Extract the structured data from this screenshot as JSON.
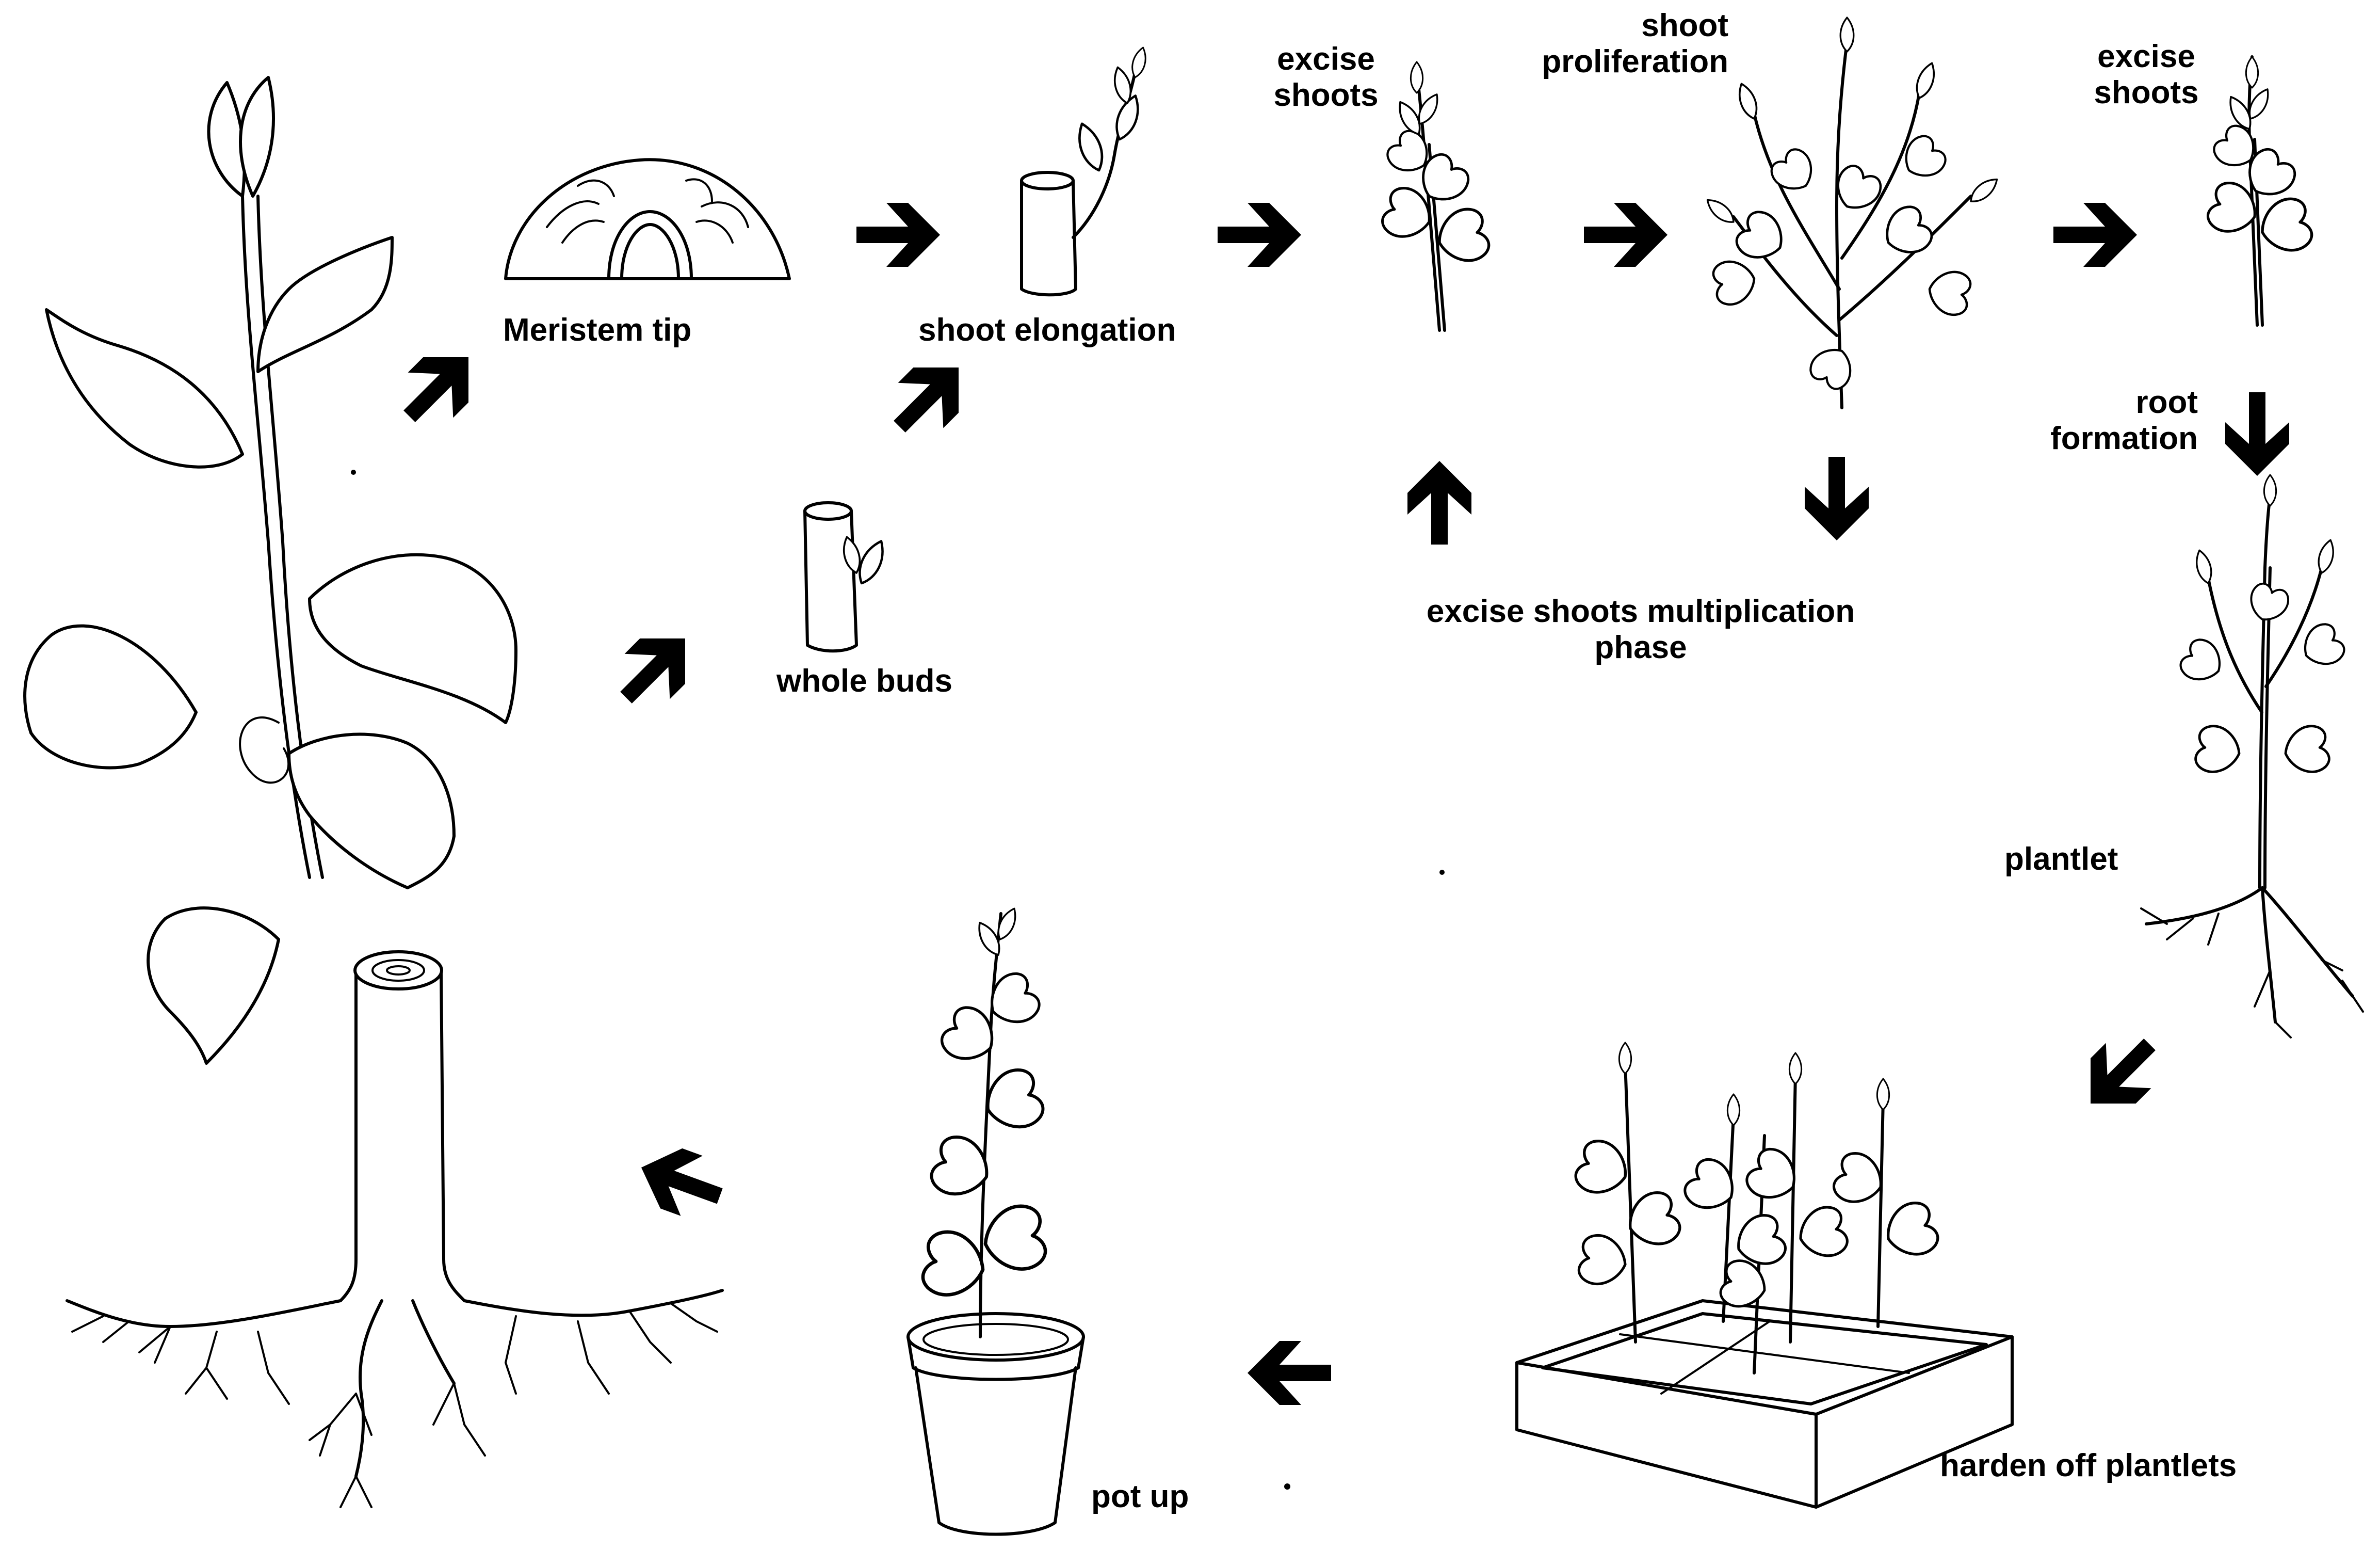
{
  "labels": {
    "meristem_tip": "Meristem tip",
    "shoot_elongation": "shoot elongation",
    "whole_buds": "whole buds",
    "excise_shoots_1_line1": "excise",
    "excise_shoots_1_line2": "shoots",
    "shoot_proliferation_line1": "shoot",
    "shoot_proliferation_line2": "proliferation",
    "excise_shoots_2_line1": "excise",
    "excise_shoots_2_line2": "shoots",
    "root_formation_line1": "root",
    "root_formation_line2": "formation",
    "multiplication_line1": "excise shoots multiplication",
    "multiplication_line2": "phase",
    "plantlet": "plantlet",
    "harden_off": "harden off plantlets",
    "pot_up": "pot up"
  },
  "colors": {
    "ink": "#000000",
    "paper": "#ffffff"
  }
}
